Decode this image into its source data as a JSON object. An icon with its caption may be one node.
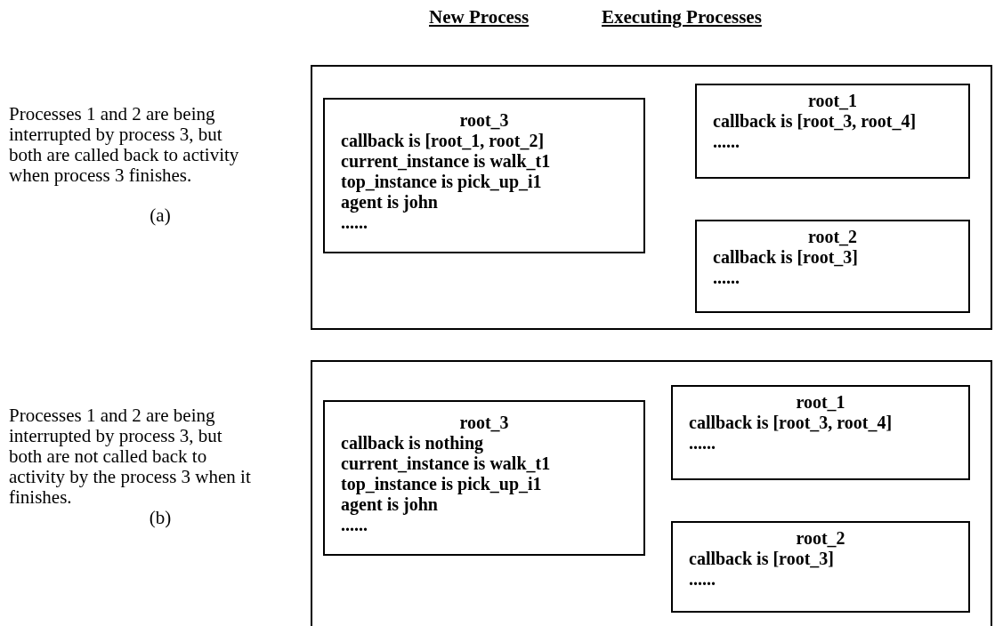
{
  "diagram": {
    "nodes": [
      {
        "text": [],
        "shape": "box"
      },
      {
        "text": [
          "root_3",
          "callback is [root_1, root_2]",
          "current_instance is walk_t1",
          "top_instance is pick_up_i1",
          "agent is john",
          "......"
        ],
        "in": 0
      },
      {
        "text": [
          "root_1",
          "callback is [root_3, root_4]",
          "......"
        ],
        "in": 0
      },
      {
        "text": [
          "root_2",
          "callback is [root_3]",
          "......"
        ],
        "in": 0
      },
      {
        "text": [],
        "shape": "box"
      },
      {
        "text": [
          "root_3",
          "callback is nothing",
          "current_instance is walk_t1",
          "top_instance is pick_up_i1",
          "agent is john",
          "......"
        ],
        "in": 4
      },
      {
        "text": [
          "root_1",
          "callback is [root_3, root_4]",
          "......"
        ],
        "in": 4
      },
      {
        "text": [
          "root_2",
          "callback is [root_3]",
          "......"
        ],
        "in": 4
      }
    ],
    "edges": [],
    "labels": [
      "New Process",
      "Executing Processes",
      "Processes 1 and 2 are being interrupted by process 3, but both are called back to activity when process 3 finishes.",
      "(a)",
      "Processes 1 and 2 are being interrupted by process 3, but both are not called back to activity by the process 3 when it finishes.",
      "(b)"
    ]
  }
}
